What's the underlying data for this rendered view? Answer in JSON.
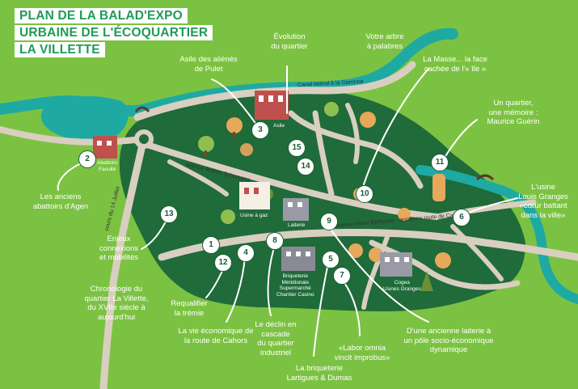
{
  "title": {
    "line1": "PLAN DE LA BALAD'EXPO",
    "line2": "URBAINE DE L'ÉCOQUARTIER",
    "line3": "LA VILLETTE"
  },
  "colors": {
    "background": "#7cc242",
    "district": "#1f6b3a",
    "water": "#1eaaa3",
    "road": "#d9cfc0",
    "white": "#ffffff"
  },
  "streets": {
    "canal": "Canal latéral à la Garonne",
    "schumann": "avenue Robert Schumann",
    "barbusse": "avenue Henri Barbusse - ancienne route de Cahors",
    "cours": "cours du 14 Juillet"
  },
  "buildings": {
    "asile": "Asile",
    "abattoirs_1": "Abattoirs",
    "abattoirs_2": "Faculté",
    "usine_gaz": "Usine à gaz",
    "laiterie": "Laiterie",
    "briqueterie_1": "Briqueterie",
    "briqueterie_2": "Méridionale",
    "briqueterie_3": "Supermarché",
    "briqueterie_4": "Chantier Casino",
    "cogea_1": "Cogea",
    "cogea_2": "Usines Granges"
  },
  "stops": [
    "1",
    "2",
    "3",
    "4",
    "5",
    "6",
    "7",
    "8",
    "9",
    "10",
    "11",
    "12",
    "13",
    "14",
    "15"
  ],
  "labels": {
    "asile_lines": [
      "Asile des aliénés",
      "de Pulet"
    ],
    "evolution_lines": [
      "Évolution",
      "du quartier"
    ],
    "arbre_lines": [
      "Votre arbre",
      "à palabres"
    ],
    "masse_lines": [
      "La Masse... la face",
      "cachée de l'« île »"
    ],
    "guerin_lines": [
      "Un quartier,",
      "une mémoire :",
      "Maurice Guérin"
    ],
    "granges_lines": [
      "L'usine",
      "Louis Granges",
      "«cœur battant",
      "dans la ville»"
    ],
    "abattoirs_lines": [
      "Les anciens",
      "abattoirs d'Agen"
    ],
    "enjeux_lines": [
      "Enjeux",
      "connexions",
      "et mobilités"
    ],
    "chrono_lines": [
      "Chronologie du",
      "quartier La Villette,",
      "du XVIIe siècle à",
      "aujourd'hui"
    ],
    "trem_lines": [
      "Requalifier",
      "la trémie"
    ],
    "vie_lines": [
      "La vie économique de",
      "la route de Cahors"
    ],
    "declin_lines": [
      "Le déclin en",
      "cascade",
      "du quartier",
      "industriel"
    ],
    "labor_lines": [
      "«Labor omnia",
      "vincit improbus»"
    ],
    "brique_lines": [
      "La briqueterie",
      "Lartigues & Dumas"
    ],
    "laiterie_lines": [
      "D'une ancienne laiterie à",
      "un pôle socio-économique",
      "dynamique"
    ]
  }
}
